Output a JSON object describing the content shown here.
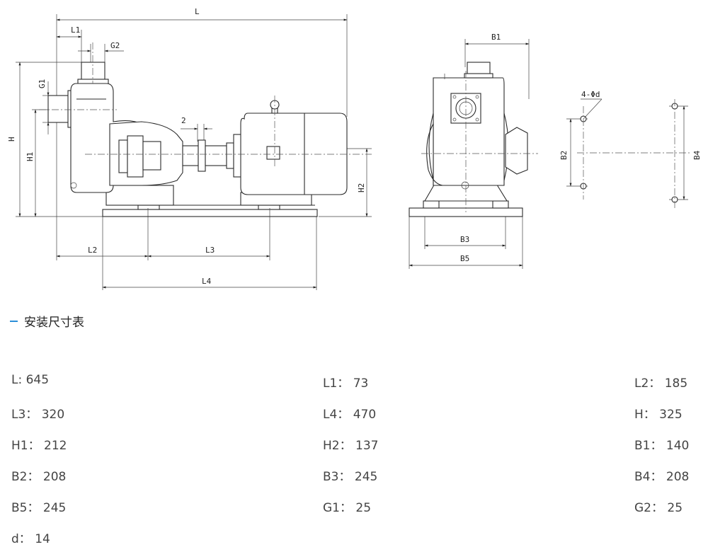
{
  "drawing": {
    "labels": {
      "L": "L",
      "L1": "L1",
      "G2": "G2",
      "G1": "G1",
      "H": "H",
      "H1": "H1",
      "two": "2",
      "H2": "H2",
      "L2": "L2",
      "L3": "L3",
      "L4": "L4",
      "B1": "B1",
      "B2": "B2",
      "B3": "B3",
      "B4": "B4",
      "B5": "B5",
      "holes": "4-Φd"
    }
  },
  "section": {
    "title": "安装尺寸表"
  },
  "specs": [
    {
      "label": "L",
      "sep": ":",
      "value": "645"
    },
    {
      "label": "L1",
      "sep": "：",
      "value": "73"
    },
    {
      "label": "L2",
      "sep": "：",
      "value": "185"
    },
    {
      "label": "L3",
      "sep": "：",
      "value": "320"
    },
    {
      "label": "L4",
      "sep": "：",
      "value": "470"
    },
    {
      "label": "H",
      "sep": "：",
      "value": "325"
    },
    {
      "label": "H1",
      "sep": "：",
      "value": "212"
    },
    {
      "label": "H2",
      "sep": "：",
      "value": "137"
    },
    {
      "label": "B1",
      "sep": "：",
      "value": "140"
    },
    {
      "label": "B2",
      "sep": "：",
      "value": "208"
    },
    {
      "label": "B3",
      "sep": "：",
      "value": "245"
    },
    {
      "label": "B4",
      "sep": "：",
      "value": "208"
    },
    {
      "label": "B5",
      "sep": "：",
      "value": "245"
    },
    {
      "label": "G1",
      "sep": "：",
      "value": "25"
    },
    {
      "label": "G2",
      "sep": "：",
      "value": "25"
    },
    {
      "label": "d",
      "sep": "：",
      "value": "14"
    }
  ]
}
